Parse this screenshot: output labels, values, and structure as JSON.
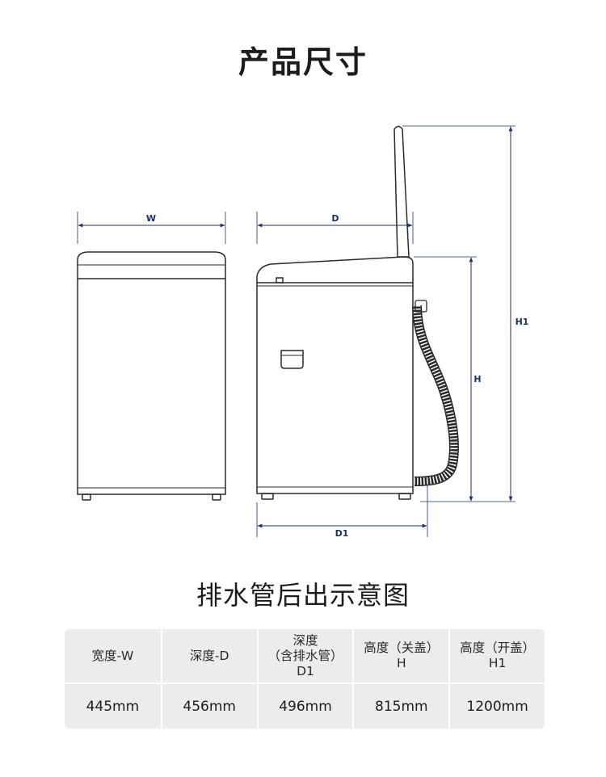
{
  "title": "产品尺寸",
  "subtitle": "排水管后出示意图",
  "dimension_labels": {
    "width": "W",
    "depth": "D",
    "depth_with_hose": "D1",
    "height_closed": "H",
    "height_open": "H1"
  },
  "colors": {
    "outline": "#2a2a2a",
    "dimension_line": "#1e2f6a",
    "table_bg": "#ececec"
  },
  "table": {
    "headers": [
      [
        "宽度-W"
      ],
      [
        "深度",
        "（含排水管）",
        "D1"
      ],
      [
        "高度（关盖）",
        "H"
      ],
      [
        "高度（开盖）",
        "H1"
      ]
    ],
    "header_depth": [
      "深度-D"
    ],
    "values": [
      "445mm",
      "456mm",
      "496mm",
      "815mm",
      "1200mm"
    ]
  }
}
